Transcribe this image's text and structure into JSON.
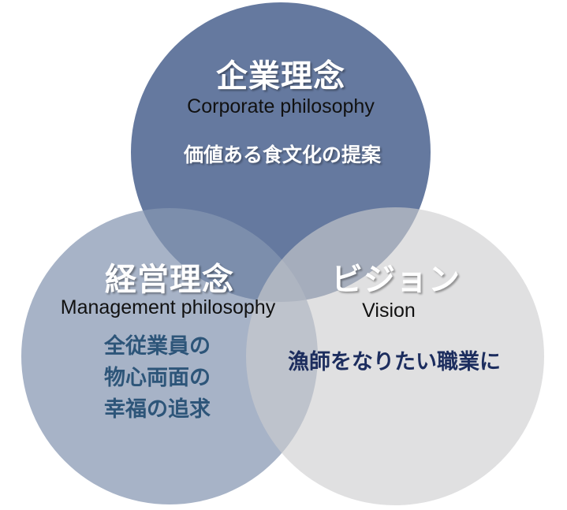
{
  "colors": {
    "top": "#65799f",
    "left": "#a7b4c8",
    "right": "#e0e0e0",
    "left_body_text": "#2d5579",
    "right_body_text": "#1c2d5e"
  },
  "circles": {
    "top": {
      "title": "企業理念",
      "subtitle": "Corporate philosophy",
      "body": "価値ある食文化の提案"
    },
    "left": {
      "title": "経営理念",
      "subtitle": "Management philosophy",
      "body_lines": [
        "全従業員の",
        "物心両面の",
        "幸福の追求"
      ]
    },
    "right": {
      "title": "ビジョン",
      "subtitle": "Vision",
      "body": "漁師をなりたい職業に"
    }
  }
}
